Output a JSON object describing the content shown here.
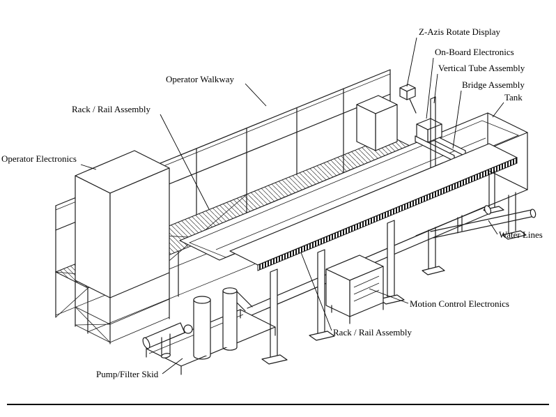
{
  "labels": {
    "z_axis_rotate_display": "Z-Azis Rotate Display",
    "on_board_electronics": "On-Board Electronics",
    "vertical_tube_assembly": "Vertical Tube Assembly",
    "bridge_assembly": "Bridge Assembly",
    "tank": "Tank",
    "operator_walkway": "Operator Walkway",
    "rack_rail_assembly_upper": "Rack / Rail Assembly",
    "operator_electronics": "Operator Electronics",
    "water_lines": "Water Lines",
    "motion_control_electronics": "Motion Control Electronics",
    "rack_rail_assembly_lower": "Rack / Rail Assembly",
    "pump_filter_skid": "Pump/Filter Skid"
  },
  "colors": {
    "line": "#000000",
    "background": "#ffffff"
  }
}
